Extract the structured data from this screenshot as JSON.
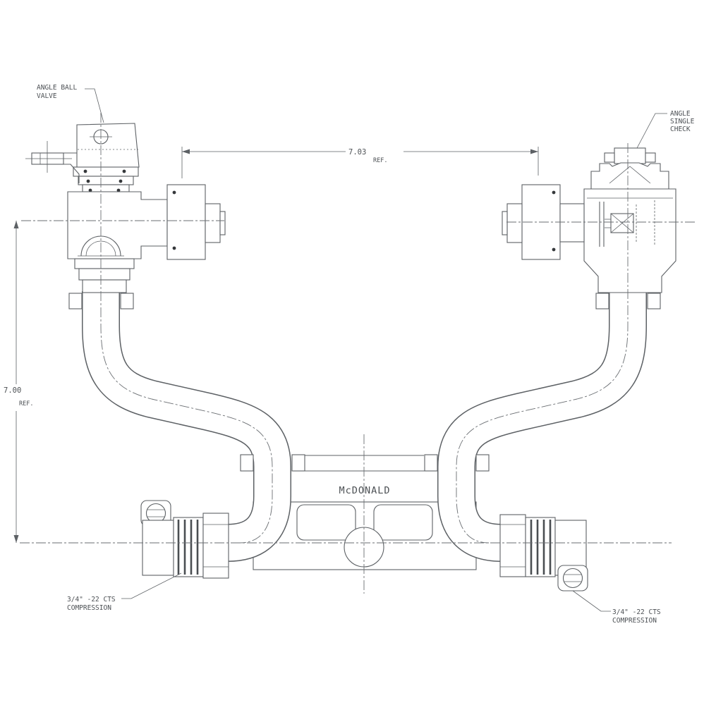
{
  "drawing": {
    "brand": "McDONALD",
    "labels": {
      "angle_ball_valve": [
        "ANGLE BALL",
        "VALVE"
      ],
      "angle_single_check": [
        "ANGLE",
        "SINGLE",
        "CHECK"
      ],
      "left_compression": [
        "3/4\" -22 CTS",
        "COMPRESSION"
      ],
      "right_compression": [
        "3/4\" -22 CTS",
        "COMPRESSION"
      ]
    },
    "dimensions": {
      "horizontal": {
        "value": "7.03",
        "ref": "REF."
      },
      "vertical": {
        "value": "7.00",
        "ref": "REF."
      }
    },
    "colors": {
      "background": "#ffffff",
      "line": "#5d6165",
      "text": "#4c5054"
    }
  }
}
